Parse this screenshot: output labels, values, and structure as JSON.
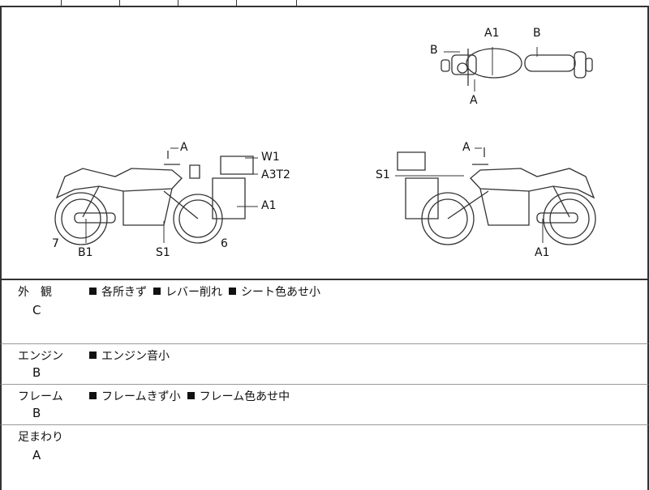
{
  "diagram": {
    "top_view": {
      "labels": [
        "B",
        "A1",
        "B",
        "A"
      ]
    },
    "left_view": {
      "labels": [
        "A",
        "W1",
        "A3T2",
        "A1",
        "7",
        "B1",
        "S1",
        "6"
      ]
    },
    "right_view": {
      "labels": [
        "A",
        "S1",
        "A1"
      ]
    }
  },
  "conditions": [
    {
      "name": "外　観",
      "grade": "C",
      "notes": [
        "各所きず",
        "レバー削れ",
        "シート色あせ小"
      ]
    },
    {
      "name": "エンジン",
      "grade": "B",
      "notes": [
        "エンジン音小"
      ]
    },
    {
      "name": "フレーム",
      "grade": "B",
      "notes": [
        "フレームきず小",
        "フレーム色あせ中"
      ]
    },
    {
      "name": "足まわり",
      "grade": "A",
      "notes": []
    }
  ]
}
